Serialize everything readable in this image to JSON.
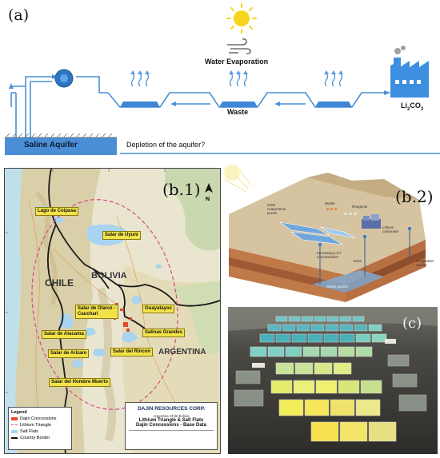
{
  "panel_a": {
    "label": "(a)",
    "water_evaporation": "Water Evaporation",
    "waste": "Waste",
    "product_base": "Li",
    "product_sub1": "2",
    "product_mid": "CO",
    "product_sub2": "3",
    "aquifer": "Saline Aquifer",
    "depletion": "Depletion of the aquifer?",
    "colors": {
      "line": "#4a90d9",
      "sun": "#f7d51d",
      "aquifer": "#4a8fd6",
      "factory": "#3d8fe0"
    },
    "icons": [
      "sun-icon",
      "wind-icon",
      "pump-icon",
      "factory-icon",
      "evaporation-arrows-icon"
    ]
  },
  "panel_b1": {
    "label": "(b.1)",
    "salt_flats": [
      "Lago de Coipasa",
      "Salar de Uyuni",
      "Salar de Olaroz - Cauchari",
      "Guayatayoc",
      "Salinas Grandes",
      "Salar de Atacama",
      "Salar de Arizaro",
      "Salar del Rincon",
      "Salar del Hombre Muerto"
    ],
    "countries": [
      "CHILE",
      "BOLIVIA",
      "ARGENTINA"
    ],
    "legend_title": "Legend",
    "legend_items": [
      "Dajin Concessions",
      "Lithium Triangle",
      "Salt Flats",
      "Country Border"
    ],
    "company": "DAJIN RESOURCES CORP.",
    "map_region": "Argentina Chile Bolivia",
    "map_title": "Lithium Triangle & Salt Flats",
    "map_subtitle": "Dajin Concessions - Base Data"
  },
  "panel_b2": {
    "label": "(b.2)",
    "annotations": [
      "Solar evaporation ponds",
      "Waste",
      "Reagents",
      "Lithium carbonate",
      "Increasing LiCl concentration",
      "brine",
      "Freshwater aquifer",
      "Saline aquifer"
    ]
  },
  "panel_c": {
    "label": "(c)"
  }
}
